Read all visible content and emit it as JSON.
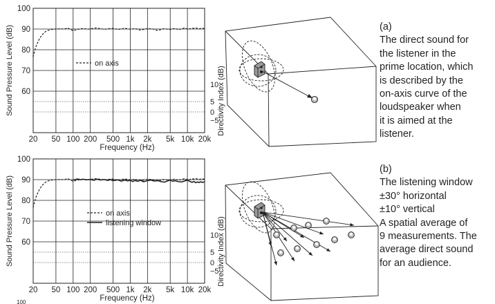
{
  "chart_data": [
    {
      "type": "line",
      "panel": "a",
      "xlabel": "Frequency (Hz)",
      "ylabel": "Sound Pressure Level (dB)",
      "ylabel2": "Directivity Index (dB)",
      "x_scale": "log",
      "xlim": [
        20,
        20000
      ],
      "ylim": [
        40,
        100
      ],
      "x_ticks": [
        "20",
        "50",
        "100",
        "200",
        "500",
        "1k",
        "2k",
        "5k",
        "10k",
        "20k"
      ],
      "y_ticks": [
        "100",
        "90",
        "80",
        "70",
        "60"
      ],
      "y2_ticks": [
        "10",
        "5",
        "0",
        "-5"
      ],
      "legend": [
        "on axis"
      ],
      "grid": true,
      "series": [
        {
          "name": "on axis",
          "style": "dashed",
          "x": [
            20,
            21,
            22,
            24,
            26,
            28,
            30,
            33,
            36,
            40,
            45,
            50,
            60,
            70,
            80,
            90,
            100,
            120,
            150,
            180,
            200,
            250,
            300,
            350,
            400,
            500,
            600,
            700,
            800,
            900,
            1000,
            1200,
            1500,
            1800,
            2000,
            2500,
            3000,
            3500,
            4000,
            4500,
            5000,
            6000,
            7000,
            8000,
            9000,
            10000,
            12000,
            14000,
            16000,
            18000,
            20000
          ],
          "y": [
            76.5,
            79,
            81,
            83.5,
            85.5,
            86.8,
            87.8,
            88.8,
            89.3,
            89.7,
            89.9,
            90,
            90.1,
            90,
            90.5,
            89.8,
            89.2,
            89.8,
            90.3,
            89.9,
            90.1,
            90.5,
            90.2,
            89.8,
            90.1,
            90.3,
            89.8,
            90,
            90.4,
            90.1,
            89.9,
            90.2,
            89.5,
            89.9,
            90.2,
            90,
            89.3,
            89.8,
            90.2,
            89.9,
            89.8,
            90.3,
            89.7,
            90.1,
            90.6,
            89.9,
            90.3,
            90.5,
            90.1,
            90.4,
            90.2
          ]
        }
      ]
    },
    {
      "type": "line",
      "panel": "b",
      "xlabel": "Frequency (Hz)",
      "ylabel": "Sound Pressure Level (dB)",
      "ylabel2": "Directivity Index (dB)",
      "x_scale": "log",
      "xlim": [
        20,
        20000
      ],
      "ylim": [
        40,
        100
      ],
      "x_ticks": [
        "20",
        "50",
        "100",
        "200",
        "500",
        "1k",
        "2k",
        "5k",
        "10k",
        "20k"
      ],
      "y_ticks": [
        "100",
        "90",
        "80",
        "70",
        "60"
      ],
      "y2_ticks": [
        "10",
        "5",
        "0",
        "-5"
      ],
      "legend": [
        "on axis",
        "listening window"
      ],
      "grid": true,
      "series": [
        {
          "name": "on axis",
          "style": "dashed",
          "x": [
            20,
            21,
            22,
            24,
            26,
            28,
            30,
            33,
            36,
            40,
            45,
            50,
            60,
            70,
            80,
            90,
            100,
            120,
            150,
            180,
            200,
            250,
            300,
            350,
            400,
            500,
            600,
            700,
            800,
            900,
            1000,
            1200,
            1500,
            1800,
            2000,
            2500,
            3000,
            3500,
            4000,
            4500,
            5000,
            6000,
            7000,
            8000,
            9000,
            10000,
            12000,
            14000,
            16000,
            18000,
            20000
          ],
          "y": [
            76.5,
            79,
            81,
            83.5,
            85.5,
            86.8,
            87.8,
            88.8,
            89.3,
            89.7,
            89.9,
            90,
            90.1,
            90,
            90.5,
            89.8,
            89.2,
            89.8,
            90.3,
            89.9,
            90.1,
            90.5,
            90.2,
            89.8,
            90.1,
            90.3,
            89.8,
            90,
            90.4,
            90.1,
            89.9,
            90.2,
            89.5,
            89.9,
            90.2,
            90,
            89.3,
            89.8,
            90.2,
            89.9,
            89.8,
            90.3,
            89.7,
            90.1,
            90.6,
            89.9,
            90.3,
            90.5,
            90.1,
            90.4,
            90.2
          ]
        },
        {
          "name": "listening window",
          "style": "solid",
          "x": [
            100,
            110,
            120,
            135,
            150,
            170,
            200,
            230,
            260,
            300,
            350,
            400,
            450,
            500,
            600,
            700,
            800,
            900,
            1000,
            1100,
            1200,
            1350,
            1500,
            1700,
            2000,
            2300,
            2600,
            3000,
            3500,
            4000,
            4500,
            5000,
            5500,
            6000,
            7000,
            8000,
            9000,
            10000,
            11000,
            12000,
            13000,
            14000,
            15000,
            16000,
            17000,
            18000,
            20000
          ],
          "y": [
            89.8,
            90.1,
            90.3,
            90,
            90.2,
            89.9,
            90.1,
            89.7,
            90.2,
            89.8,
            90.1,
            89.6,
            90,
            89.5,
            89.9,
            89.3,
            89.8,
            89.4,
            89.7,
            89.1,
            89.6,
            89.2,
            89.7,
            89,
            89.5,
            89.8,
            89.3,
            89.6,
            89,
            88.8,
            89.4,
            89.8,
            89.2,
            89.5,
            89,
            88.9,
            89.4,
            89.7,
            89.2,
            88.7,
            89.1,
            88.5,
            88.9,
            88.6,
            89,
            88.7,
            88.9
          ]
        }
      ]
    }
  ],
  "captions": {
    "a": {
      "label": "(a)",
      "lines": [
        "The direct sound for",
        "the listener in the",
        "prime location, which",
        "is described by the",
        "on-axis curve of the",
        "loudspeaker when",
        "it is aimed at the",
        "listener."
      ]
    },
    "b": {
      "label": "(b)",
      "lines": [
        "The listening window",
        "±30° horizontal",
        "±10° vertical",
        "A spatial average of",
        "9 measurements. The",
        "average direct sound",
        "for an audience."
      ]
    }
  },
  "page_number": "100",
  "colors": {
    "ink": "#231f20",
    "grid": "#231f20",
    "listener_fill": "#bdbdbd",
    "speaker_fill": "#9a9a9a"
  }
}
